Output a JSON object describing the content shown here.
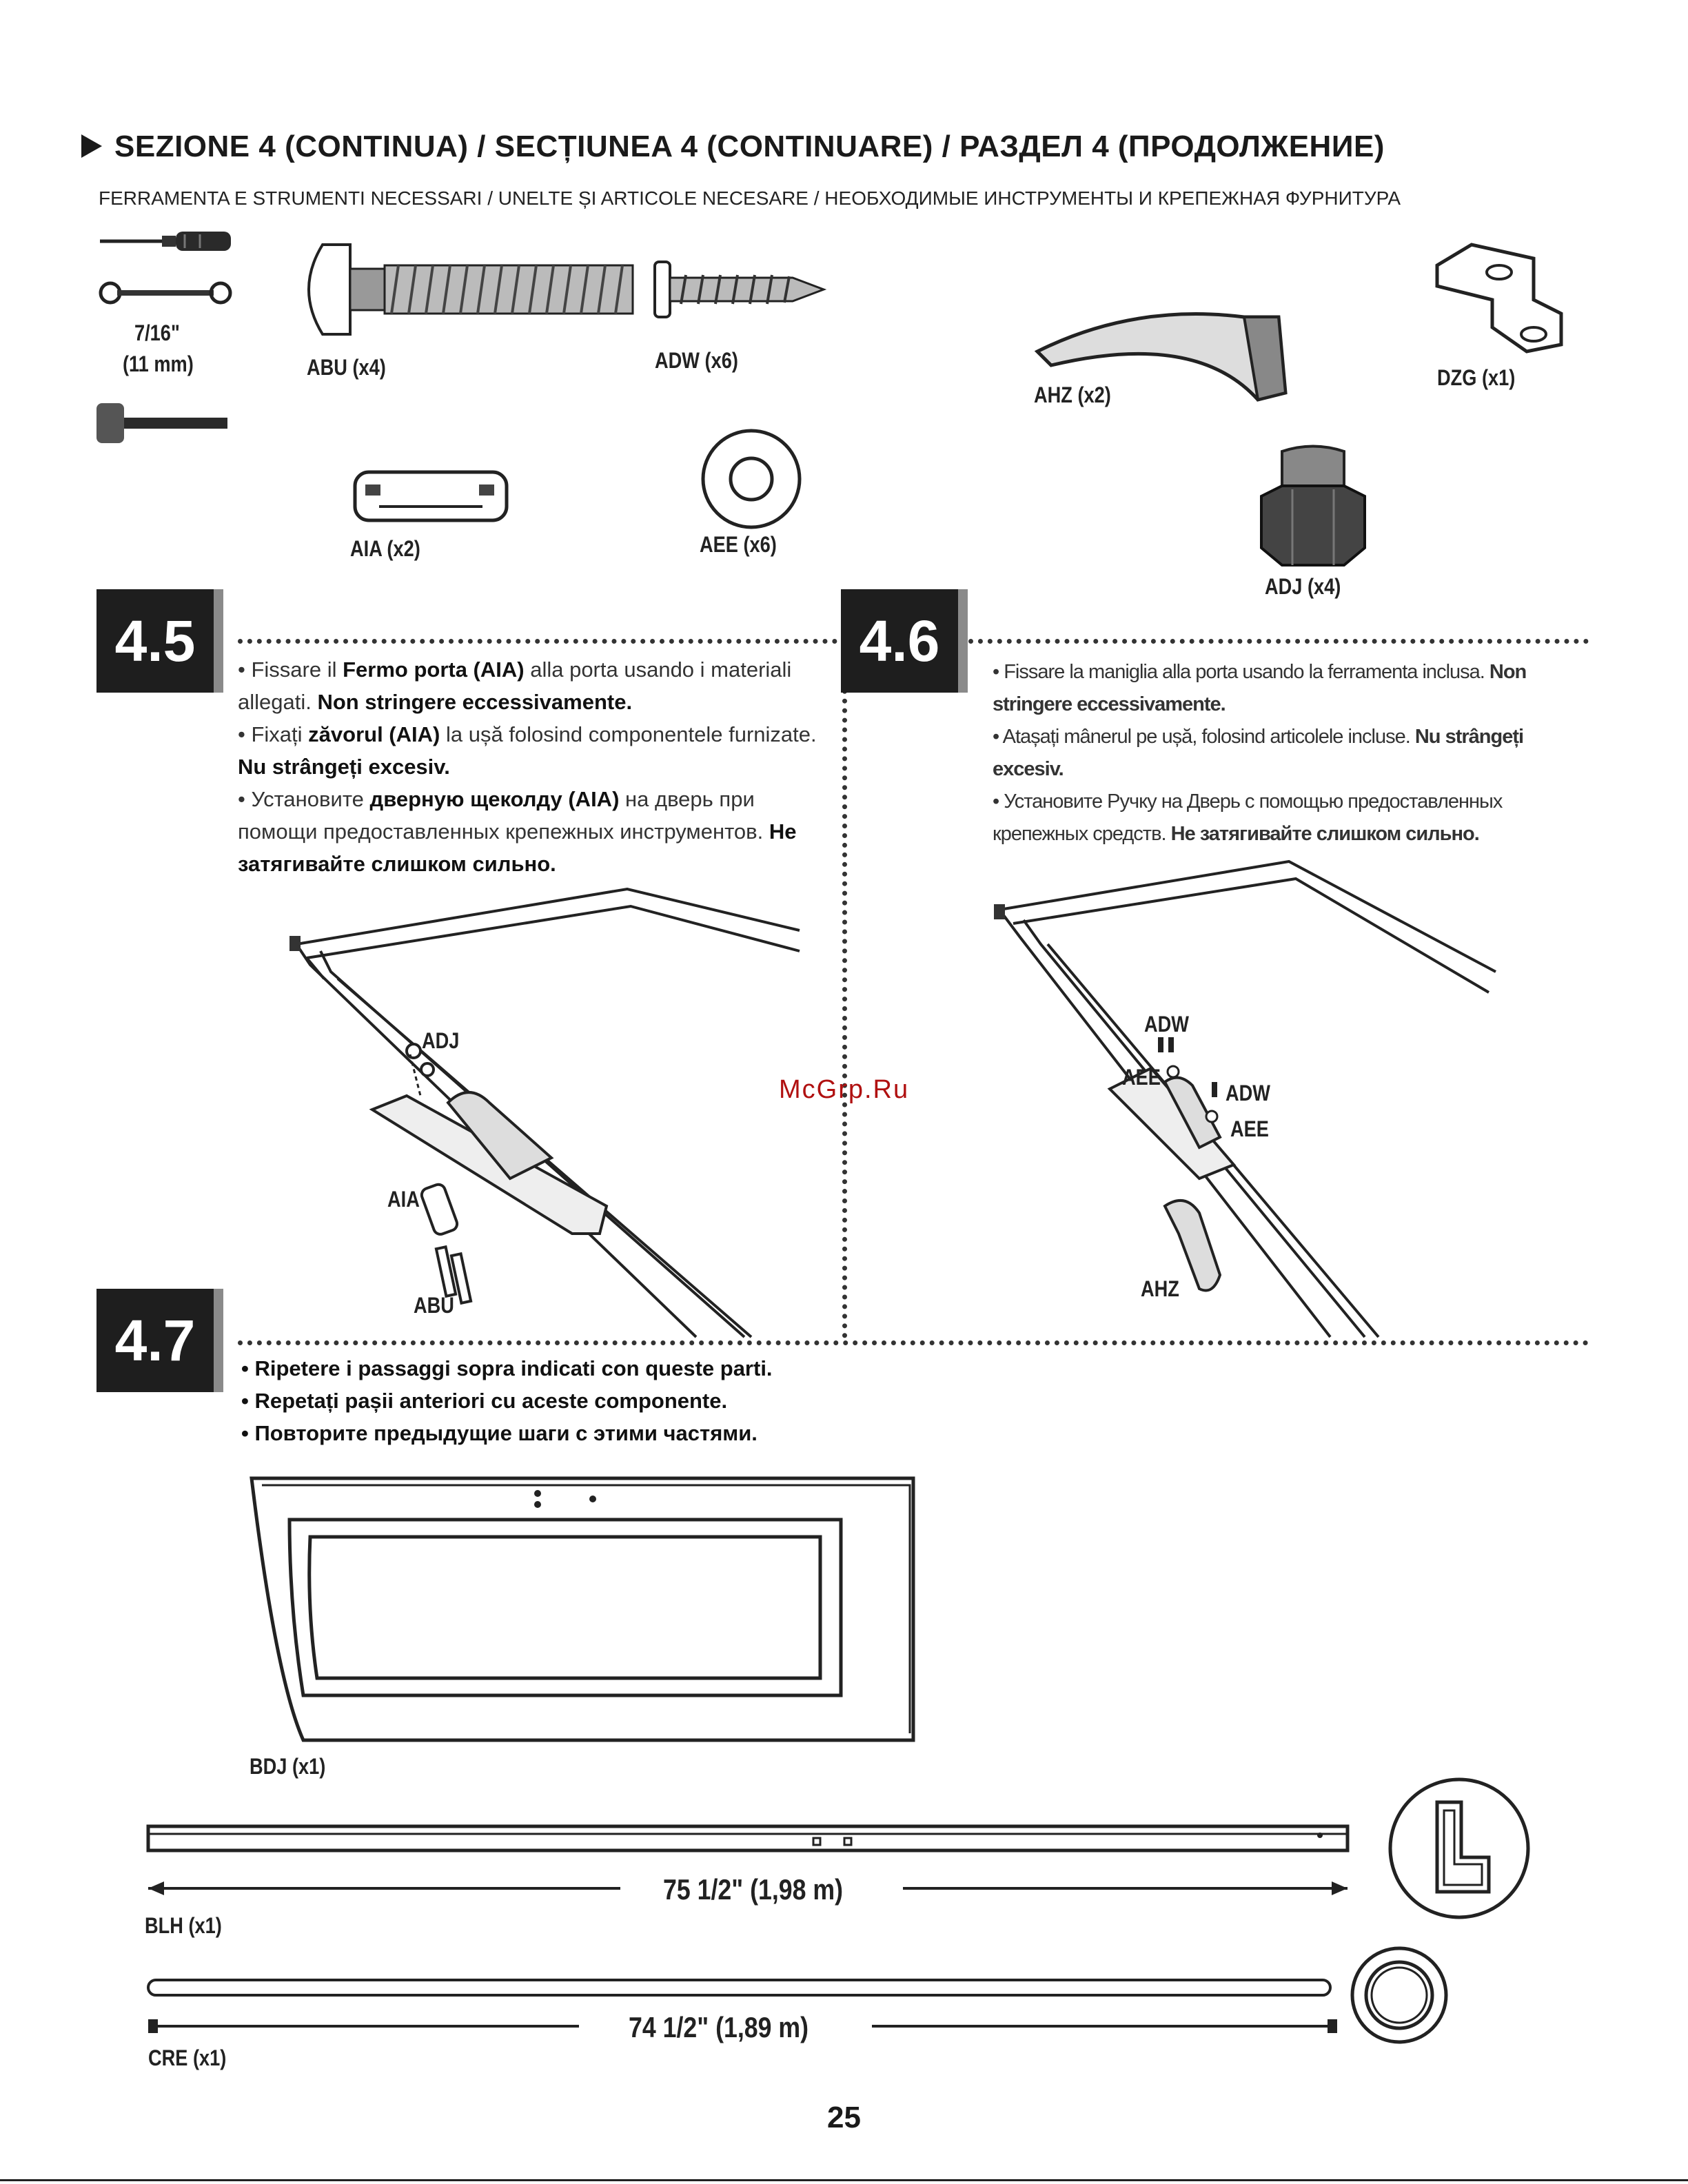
{
  "header": {
    "title": "SEZIONE 4 (CONTINUA) / SECȚIUNEA 4 (CONTINUARE) / РАЗДЕЛ 4 (ПРОДОЛЖЕНИЕ)",
    "subtitle": "FERRAMENTA E STRUMENTI NECESSARI / UNELTE ȘI ARTICOLE NECESARE / НЕОБХОДИМЫЕ ИНСТРУМЕНТЫ И КРЕПЕЖНАЯ ФУРНИТУРА"
  },
  "tools": {
    "wrench_size": "7/16\"",
    "wrench_metric": "(11 mm)"
  },
  "hardware": {
    "abu": "ABU (x4)",
    "adw": "ADW (x6)",
    "ahz": "AHZ (x2)",
    "dzg": "DZG (x1)",
    "aia": "AIA (x2)",
    "aee": "AEE (x6)",
    "adj": "ADJ (x4)"
  },
  "step_4_5": {
    "number": "4.5",
    "it_a": "• Fissare il ",
    "it_b": "Fermo porta (AIA)",
    "it_c": " alla porta usando i materiali allegati. ",
    "it_d": "Non stringere eccessivamente.",
    "ro_a": "• Fixați ",
    "ro_b": "zăvorul (AIA)",
    "ro_c": " la ușă folosind componentele furnizate. ",
    "ro_d": "Nu strângeți excesiv.",
    "ru_a": "• Установите ",
    "ru_b": "дверную щеколду (AIA)",
    "ru_c": " на дверь при помощи предоставленных крепежных инструментов. ",
    "ru_d": "Не затягивайте слишком сильно.",
    "callouts": {
      "adj": "ADJ",
      "aia": "AIA",
      "abu": "ABU"
    }
  },
  "step_4_6": {
    "number": "4.6",
    "it_a": "• Fissare la maniglia alla porta usando la ferramenta inclusa. ",
    "it_b": "Non stringere eccessivamente.",
    "ro_a": "• Atașați mânerul pe ușă, folosind articolele incluse. ",
    "ro_b": "Nu strângeți excesiv.",
    "ru_a": "• Установите Ручку на Дверь с помощью предоставленных крепежных средств. ",
    "ru_b": "Не затягивайте слишком сильно.",
    "callouts": {
      "adw1": "ADW",
      "aee1": "AEE",
      "adw2": "ADW",
      "aee2": "AEE",
      "ahz": "AHZ"
    }
  },
  "step_4_7": {
    "number": "4.7",
    "it": "• Ripetere i passaggi sopra indicati con queste parti.",
    "ro": "• Repetați pașii anteriori cu aceste componente.",
    "ru": "• Повторите предыдущие шаги с этими частями."
  },
  "parts": {
    "bdj": "BDJ (x1)",
    "blh": "BLH (x1)",
    "blh_length": "75 1/2\" (1,98 m)",
    "cre": "CRE (x1)",
    "cre_length": "74 1/2\" (1,89 m)"
  },
  "watermark": "McGrp.Ru",
  "page_number": "25"
}
